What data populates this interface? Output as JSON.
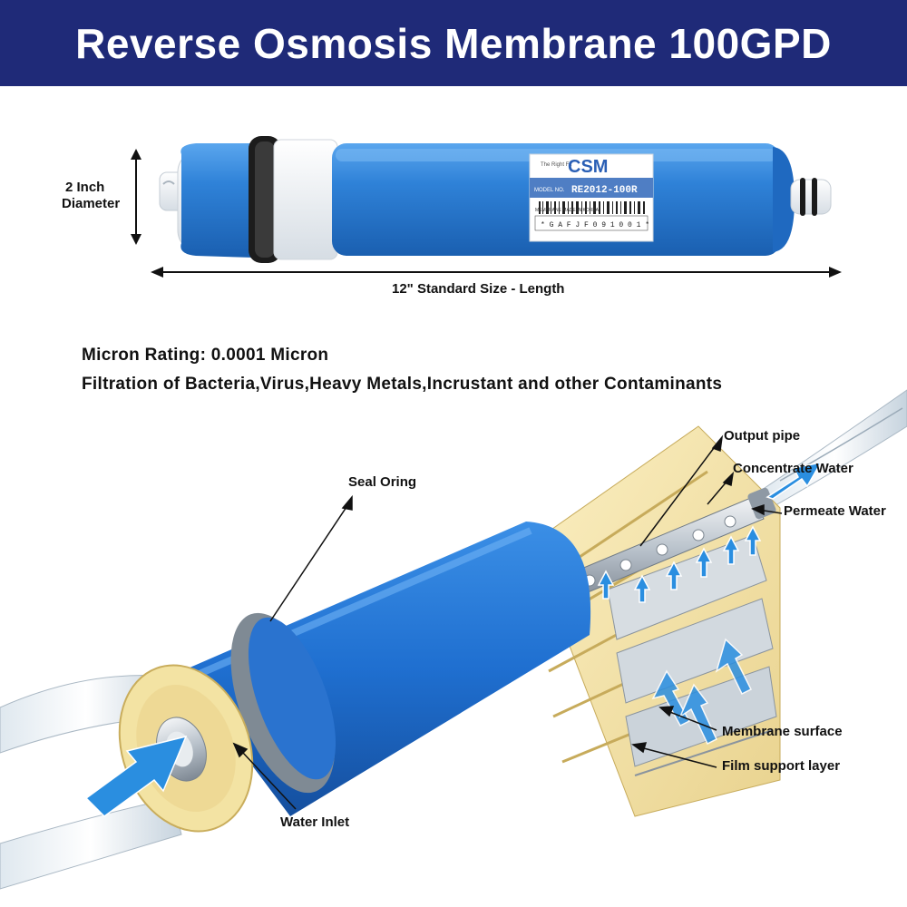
{
  "header": {
    "title": "Reverse Osmosis Membrane 100GPD",
    "bg_color": "#1f2a78"
  },
  "product": {
    "diameter_line1": "2 Inch",
    "diameter_line2": "Diameter",
    "length_label": "12\" Standard Size - Length",
    "label": {
      "tagline": "The Right Fit",
      "brand": "CSM",
      "model_prefix": "MODEL NO.",
      "model": "RE2012-100R",
      "made_in": "MEMBRANE MADE IN KOREA",
      "barcode_text": "* G A F J F 0 9 1 0 0 1 *"
    },
    "body_color": "#2f7fd6"
  },
  "specs": {
    "micron": "Micron Rating: 0.0001 Micron",
    "filtration": "Filtration of Bacteria,Virus,Heavy Metals,Incrustant and other Contaminants"
  },
  "diagram": {
    "seal_oring": "Seal  Oring",
    "output_pipe": "Output pipe",
    "concentrate_water": "Concentrate Water",
    "permeate_water": "Permeate Water",
    "membrane_surface": "Membrane surface",
    "film_support_layer": "Film support layer",
    "water_inlet": "Water Inlet",
    "arrow_color": "#2a8ee0"
  }
}
